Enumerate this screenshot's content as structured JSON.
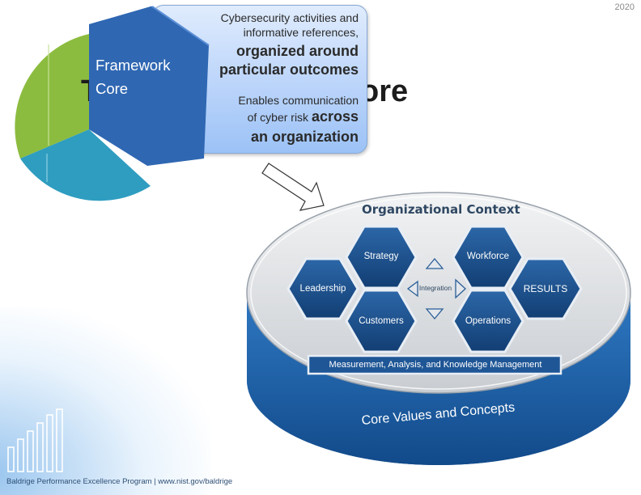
{
  "slide": {
    "year": "2020",
    "title_fragment_left": "T",
    "title_fragment_right": "ore"
  },
  "callout": {
    "line1": "Cybersecurity activities and",
    "line2": "informative references,",
    "line3": "organized around",
    "line4": "particular outcomes",
    "line5": "Enables communication",
    "line6_small": "of cyber risk",
    "line6_big": "across",
    "line7": "an organization"
  },
  "framework": {
    "line1": "Framework",
    "line2": "Core"
  },
  "baldrige": {
    "organizational_context": "Organizational Context",
    "strategy": "Strategy",
    "workforce": "Workforce",
    "leadership": "Leadership",
    "integration": "Integration",
    "results": "RESULTS",
    "customers": "Customers",
    "operations": "Operations",
    "measurement": "Measurement, Analysis, and Knowledge Management",
    "core_values": "Core Values and Concepts"
  },
  "footer": {
    "text": "Baldrige Performance Excellence Program | www.nist.gov/baldrige"
  },
  "colors": {
    "pie_green": "#8cbc3f",
    "pie_teal": "#2d9fbf",
    "pie_blue": "#2f67b2",
    "hex_blue": "#1c4d8a",
    "ring_blue": "#1d5fa8",
    "callout_blue": "#b6d1fa"
  }
}
